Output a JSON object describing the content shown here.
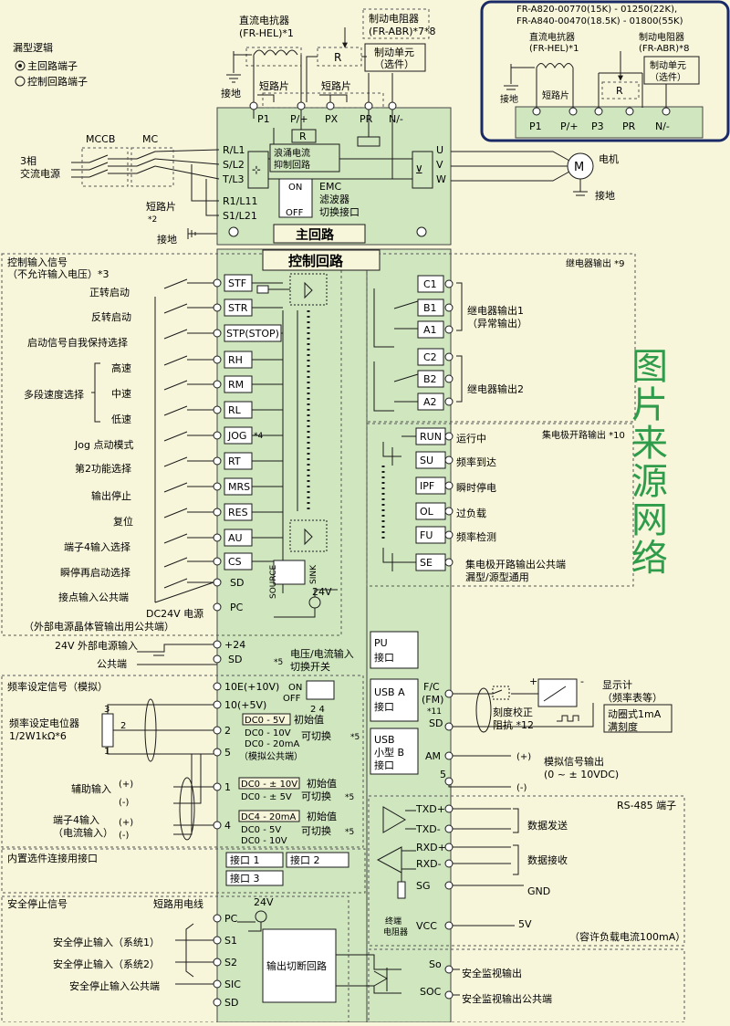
{
  "legend": {
    "title": "漏型逻辑",
    "main_terminal": "主回路端子",
    "control_terminal": "控制回路端子"
  },
  "main_circuit": {
    "title": "主回路",
    "dc_reactor": [
      "直流电抗器",
      "(FR-HEL)*1"
    ],
    "brake_resistor": [
      "制动电阻器",
      "(FR-ABR)*7*8"
    ],
    "brake_unit": [
      "制动单元",
      "（选件）"
    ],
    "ground": "接地",
    "jumper": "短路片",
    "source": [
      "3相",
      "交流电源"
    ],
    "mccb": "MCCB",
    "mc": "MC",
    "jumper_note": "短路片",
    "jumper_note_ref": "*2",
    "input_terminals": [
      "R/L1",
      "S/L2",
      "T/L3",
      "R1/L11",
      "S1/L21"
    ],
    "dc_terminals": [
      "P1",
      "P/+",
      "PX",
      "PR",
      "N/-"
    ],
    "output_terminals": [
      "U",
      "V",
      "W"
    ],
    "inrush": [
      "浪涌电流",
      "抑制回路"
    ],
    "resistor_label": "R",
    "emc_switch": [
      "ON",
      "OFF"
    ],
    "emc_label": [
      "EMC",
      "滤波器",
      "切换接口"
    ],
    "motor": "M",
    "motor_label": "电机"
  },
  "inset": {
    "models": [
      "FR-A820-00770(15K) - 01250(22K),",
      "FR-A840-00470(18.5K) - 01800(55K)"
    ],
    "dc_reactor": [
      "直流电抗器",
      "(FR-HEL)*1"
    ],
    "brake_resistor": [
      "制动电阻器",
      "(FR-ABR)*8"
    ],
    "brake_unit": [
      "制动单元",
      "（选件）"
    ],
    "ground": "接地",
    "jumper": "短路片",
    "resistor_label": "R",
    "terminals": [
      "P1",
      "P/+",
      "P3",
      "PR",
      "N/-"
    ]
  },
  "control": {
    "title": "控制回路",
    "input_section": [
      "控制输入信号",
      "（不允许输入电压）*3"
    ],
    "input_terminals": [
      "STF",
      "STR",
      "STP(STOP)",
      "RH",
      "RM",
      "RL",
      "JOG",
      "RT",
      "MRS",
      "RES",
      "AU",
      "CS",
      "SD",
      "PC"
    ],
    "input_labels": [
      "正转启动",
      "反转启动",
      "启动信号自我保持选择",
      "高速",
      "中速",
      "低速",
      "Jog 点动模式",
      "第2功能选择",
      "输出停止",
      "复位",
      "端子4输入选择",
      "瞬停再启动选择",
      "接点输入公共端"
    ],
    "multi_speed": "多段速度选择",
    "jog_note": "*4",
    "source": "SOURCE",
    "sink": "SINK",
    "v24": "24V",
    "dc24_label": [
      "DC24V 电源",
      "（外部电源晶体管输出用公共端）"
    ],
    "ext24_label": "24V 外部电源输入",
    "ext24_terminals": [
      "+24",
      "SD"
    ],
    "common_label": "公共端",
    "note5": "*5"
  },
  "relay": {
    "title": "继电器输出 *9",
    "terminals1": [
      "C1",
      "B1",
      "A1"
    ],
    "label1": [
      "继电器输出1",
      "（异常输出）"
    ],
    "terminals2": [
      "C2",
      "B2",
      "A2"
    ],
    "label2": "继电器输出2"
  },
  "oc": {
    "title": "集电极开路输出 *10",
    "terminals": [
      "RUN",
      "SU",
      "IPF",
      "OL",
      "FU",
      "SE"
    ],
    "labels": [
      "运行中",
      "频率到达",
      "瞬时停电",
      "过负载",
      "频率检测"
    ],
    "se_label": [
      "集电极开路输出公共端",
      "漏型/源型通用"
    ]
  },
  "watermark": "图片来源网络",
  "analog": {
    "vi_switch": [
      "电压/电流输入",
      "切换开关"
    ],
    "section": "频率设定信号（模拟）",
    "pot_label": [
      "频率设定电位器",
      "1/2W1kΩ*6"
    ],
    "pot_pins": [
      "3",
      "2",
      "1"
    ],
    "terminals": [
      "10E(+10V)",
      "10(+5V)",
      "2",
      "5",
      "1",
      "4"
    ],
    "switch_on": "ON",
    "switch_off": "OFF",
    "switch_nums": "2  4",
    "box2": [
      "DC0 - 5V",
      "DC0 - 10V",
      "DC0 - 20mA"
    ],
    "box2_init": "初始值",
    "box2_switch": "可切换",
    "box2_common": "（模拟公共端）",
    "box1": [
      "DC0 - ± 10V",
      "DC0 - ± 5V"
    ],
    "box4": [
      "DC4 - 20mA",
      "DC0 - 5V",
      "DC0 - 10V"
    ],
    "aux_input": "辅助输入",
    "term4_input": [
      "端子4输入",
      "（电流输入）"
    ],
    "plus": "(+)",
    "minus": "(-)",
    "note5": "*5"
  },
  "ports": {
    "pu": [
      "PU",
      "接口"
    ],
    "usb_a": [
      "USB A",
      "接口"
    ],
    "usb_b": [
      "USB",
      "小型 B",
      "接口"
    ],
    "option_label": "内置选件连接用接口",
    "options": [
      "接口 1",
      "接口 2",
      "接口 3"
    ]
  },
  "meter": {
    "terminals": [
      "F/C",
      "(FM)",
      "*11",
      "SD"
    ],
    "cal_label": [
      "刻度校正",
      "阻抗 *12"
    ],
    "title": [
      "显示计",
      "（频率表等）"
    ],
    "type": [
      "动圈式1mA",
      "满刻度"
    ],
    "plus": "+",
    "minus": "-"
  },
  "am": {
    "terminals": [
      "AM",
      "5"
    ],
    "label": [
      "模拟信号输出",
      "(0 ~ ± 10VDC)"
    ],
    "plus": "(+)",
    "minus": "(-)"
  },
  "rs485": {
    "title": "RS-485 端子",
    "terminals": [
      "TXD+",
      "TXD-",
      "RXD+",
      "RXD-",
      "SG",
      "VCC"
    ],
    "send": "数据发送",
    "recv": "数据接收",
    "gnd": "GND",
    "term_res": [
      "终端",
      "电阻器"
    ],
    "v5": "5V",
    "load": "（容许负载电流100mA）"
  },
  "safety": {
    "section": "安全停止信号",
    "jumper_wire": "短路用电线",
    "v24": "24V",
    "terminals": [
      "PC",
      "S1",
      "S2",
      "SIC",
      "SD"
    ],
    "labels": [
      "安全停止输入（系统1）",
      "安全停止输入（系统2）",
      "安全停止输入公共端"
    ],
    "cutoff": "输出切断回路",
    "out_terminals": [
      "So",
      "SOC"
    ],
    "out_labels": [
      "安全监视输出",
      "安全监视输出公共端"
    ]
  },
  "colors": {
    "panel": "#cfe6bf",
    "line": "#1a1a1a",
    "dash": "#555555",
    "inset_border": "#1a2a66",
    "watermark": "#2e9c4a"
  }
}
